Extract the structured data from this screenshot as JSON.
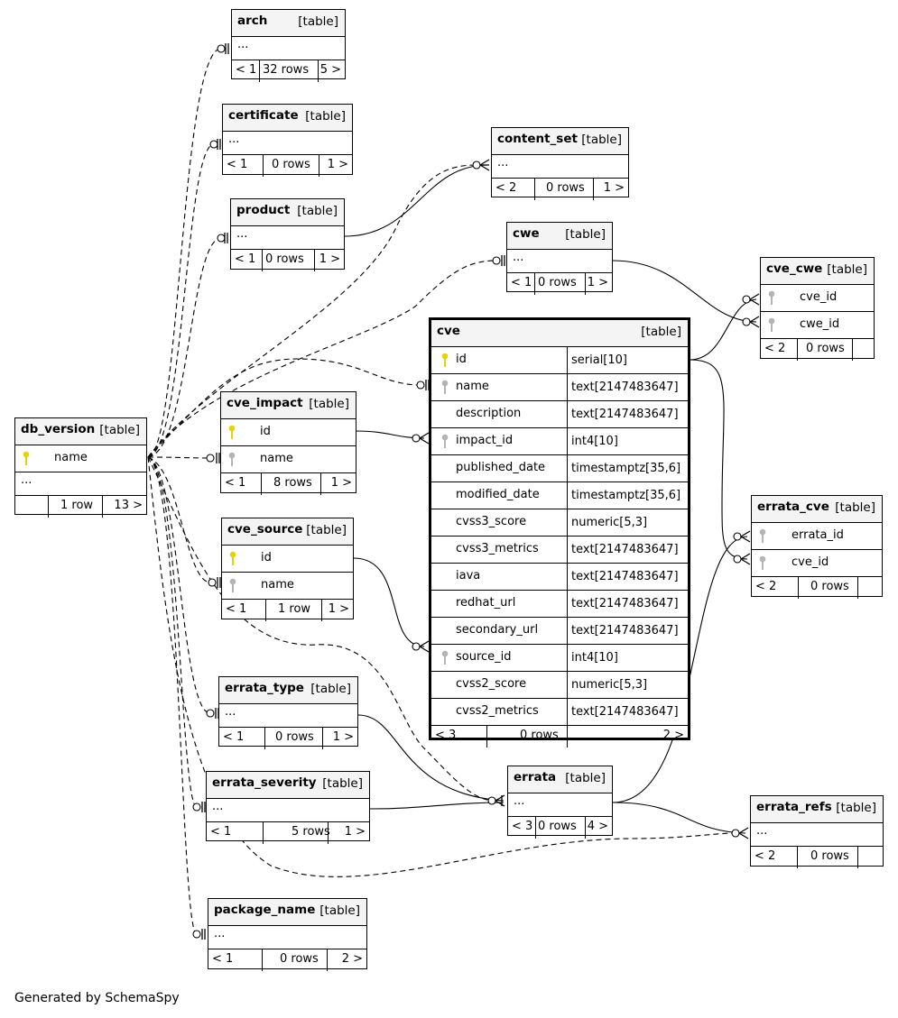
{
  "footer": "Generated by SchemaSpy",
  "colors": {
    "primary_key": "#e6d20a",
    "foreign_key": "#b4b4b4",
    "header_bg": "#f4f4f4"
  },
  "ellipsis": "...",
  "tables": {
    "arch": {
      "name": "arch",
      "type": "[table]",
      "parents": "< 1",
      "rows": "32 rows",
      "children": "5 >"
    },
    "certificate": {
      "name": "certificate",
      "type": "[table]",
      "parents": "< 1",
      "rows": "0 rows",
      "children": "1 >"
    },
    "content_set": {
      "name": "content_set",
      "type": "[table]",
      "parents": "< 2",
      "rows": "0 rows",
      "children": "1 >"
    },
    "product": {
      "name": "product",
      "type": "[table]",
      "parents": "< 1",
      "rows": "0 rows",
      "children": "1 >"
    },
    "cwe": {
      "name": "cwe",
      "type": "[table]",
      "parents": "< 1",
      "rows": "0 rows",
      "children": "1 >"
    },
    "cve_cwe": {
      "name": "cve_cwe",
      "type": "[table]",
      "columns": [
        "cve_id",
        "cwe_id"
      ],
      "parents": "< 2",
      "rows": "0 rows",
      "children": ""
    },
    "db_version": {
      "name": "db_version",
      "type": "[table]",
      "columns": [
        "name"
      ],
      "parents": "",
      "rows": "1 row",
      "children": "13 >"
    },
    "cve_impact": {
      "name": "cve_impact",
      "type": "[table]",
      "columns": [
        "id",
        "name"
      ],
      "parents": "< 1",
      "rows": "8 rows",
      "children": "1 >"
    },
    "cve_source": {
      "name": "cve_source",
      "type": "[table]",
      "columns": [
        "id",
        "name"
      ],
      "parents": "< 1",
      "rows": "1 row",
      "children": "1 >"
    },
    "cve": {
      "name": "cve",
      "type": "[table]",
      "columns": [
        {
          "name": "id",
          "type": "serial[10]"
        },
        {
          "name": "name",
          "type": "text[2147483647]"
        },
        {
          "name": "description",
          "type": "text[2147483647]"
        },
        {
          "name": "impact_id",
          "type": "int4[10]"
        },
        {
          "name": "published_date",
          "type": "timestamptz[35,6]"
        },
        {
          "name": "modified_date",
          "type": "timestamptz[35,6]"
        },
        {
          "name": "cvss3_score",
          "type": "numeric[5,3]"
        },
        {
          "name": "cvss3_metrics",
          "type": "text[2147483647]"
        },
        {
          "name": "iava",
          "type": "text[2147483647]"
        },
        {
          "name": "redhat_url",
          "type": "text[2147483647]"
        },
        {
          "name": "secondary_url",
          "type": "text[2147483647]"
        },
        {
          "name": "source_id",
          "type": "int4[10]"
        },
        {
          "name": "cvss2_score",
          "type": "numeric[5,3]"
        },
        {
          "name": "cvss2_metrics",
          "type": "text[2147483647]"
        }
      ],
      "parents": "< 3",
      "rows": "0 rows",
      "children": "2 >"
    },
    "errata_cve": {
      "name": "errata_cve",
      "type": "[table]",
      "columns": [
        "errata_id",
        "cve_id"
      ],
      "parents": "< 2",
      "rows": "0 rows",
      "children": ""
    },
    "errata_type": {
      "name": "errata_type",
      "type": "[table]",
      "parents": "< 1",
      "rows": "0 rows",
      "children": "1 >"
    },
    "errata": {
      "name": "errata",
      "type": "[table]",
      "parents": "< 3",
      "rows": "0 rows",
      "children": "4 >"
    },
    "errata_severity": {
      "name": "errata_severity",
      "type": "[table]",
      "parents": "< 1",
      "rows": "5 rows",
      "children": "1 >"
    },
    "errata_refs": {
      "name": "errata_refs",
      "type": "[table]",
      "parents": "< 2",
      "rows": "0 rows",
      "children": ""
    },
    "package_name": {
      "name": "package_name",
      "type": "[table]",
      "parents": "< 1",
      "rows": "0 rows",
      "children": "2 >"
    }
  }
}
